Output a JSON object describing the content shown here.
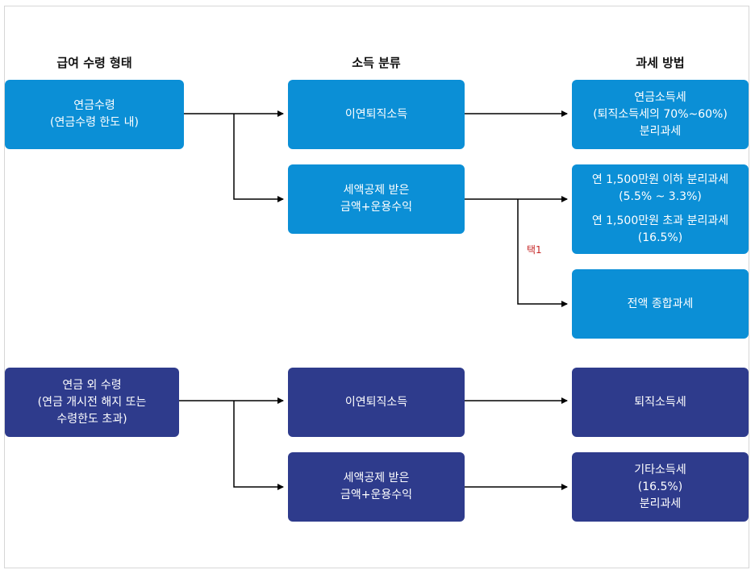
{
  "headers": {
    "form": "급여 수령 형태",
    "income": "소득 분류",
    "tax": "과세 방법"
  },
  "colors": {
    "light_box": "#0b8fd6",
    "dark_box": "#2e3b8c",
    "choice_label": "#c62828"
  },
  "pension": {
    "receipt": [
      "연금수령",
      "(연금수령 한도 내)"
    ],
    "deferred_income": "이연퇴직소득",
    "deducted_income": [
      "세액공제 받은",
      "금액+운용수익"
    ],
    "deferred_tax": [
      "연금소득세",
      "(퇴직소득세의 70%~60%)",
      "분리과세"
    ],
    "sep_under": [
      "연 1,500만원 이하 분리과세",
      "(5.5% ~ 3.3%)"
    ],
    "sep_over": [
      "연 1,500만원 초과 분리과세",
      "(16.5%)"
    ],
    "choice_label": "택1",
    "comprehensive": "전액 종합과세"
  },
  "non_pension": {
    "receipt": [
      "연금 외 수령",
      "(연금 개시전 해지 또는",
      "수령한도 초과)"
    ],
    "deferred_income": "이연퇴직소득",
    "deducted_income": [
      "세액공제 받은",
      "금액+운용수익"
    ],
    "deferred_tax": "퇴직소득세",
    "other_tax": [
      "기타소득세",
      "(16.5%)",
      "분리과세"
    ]
  }
}
